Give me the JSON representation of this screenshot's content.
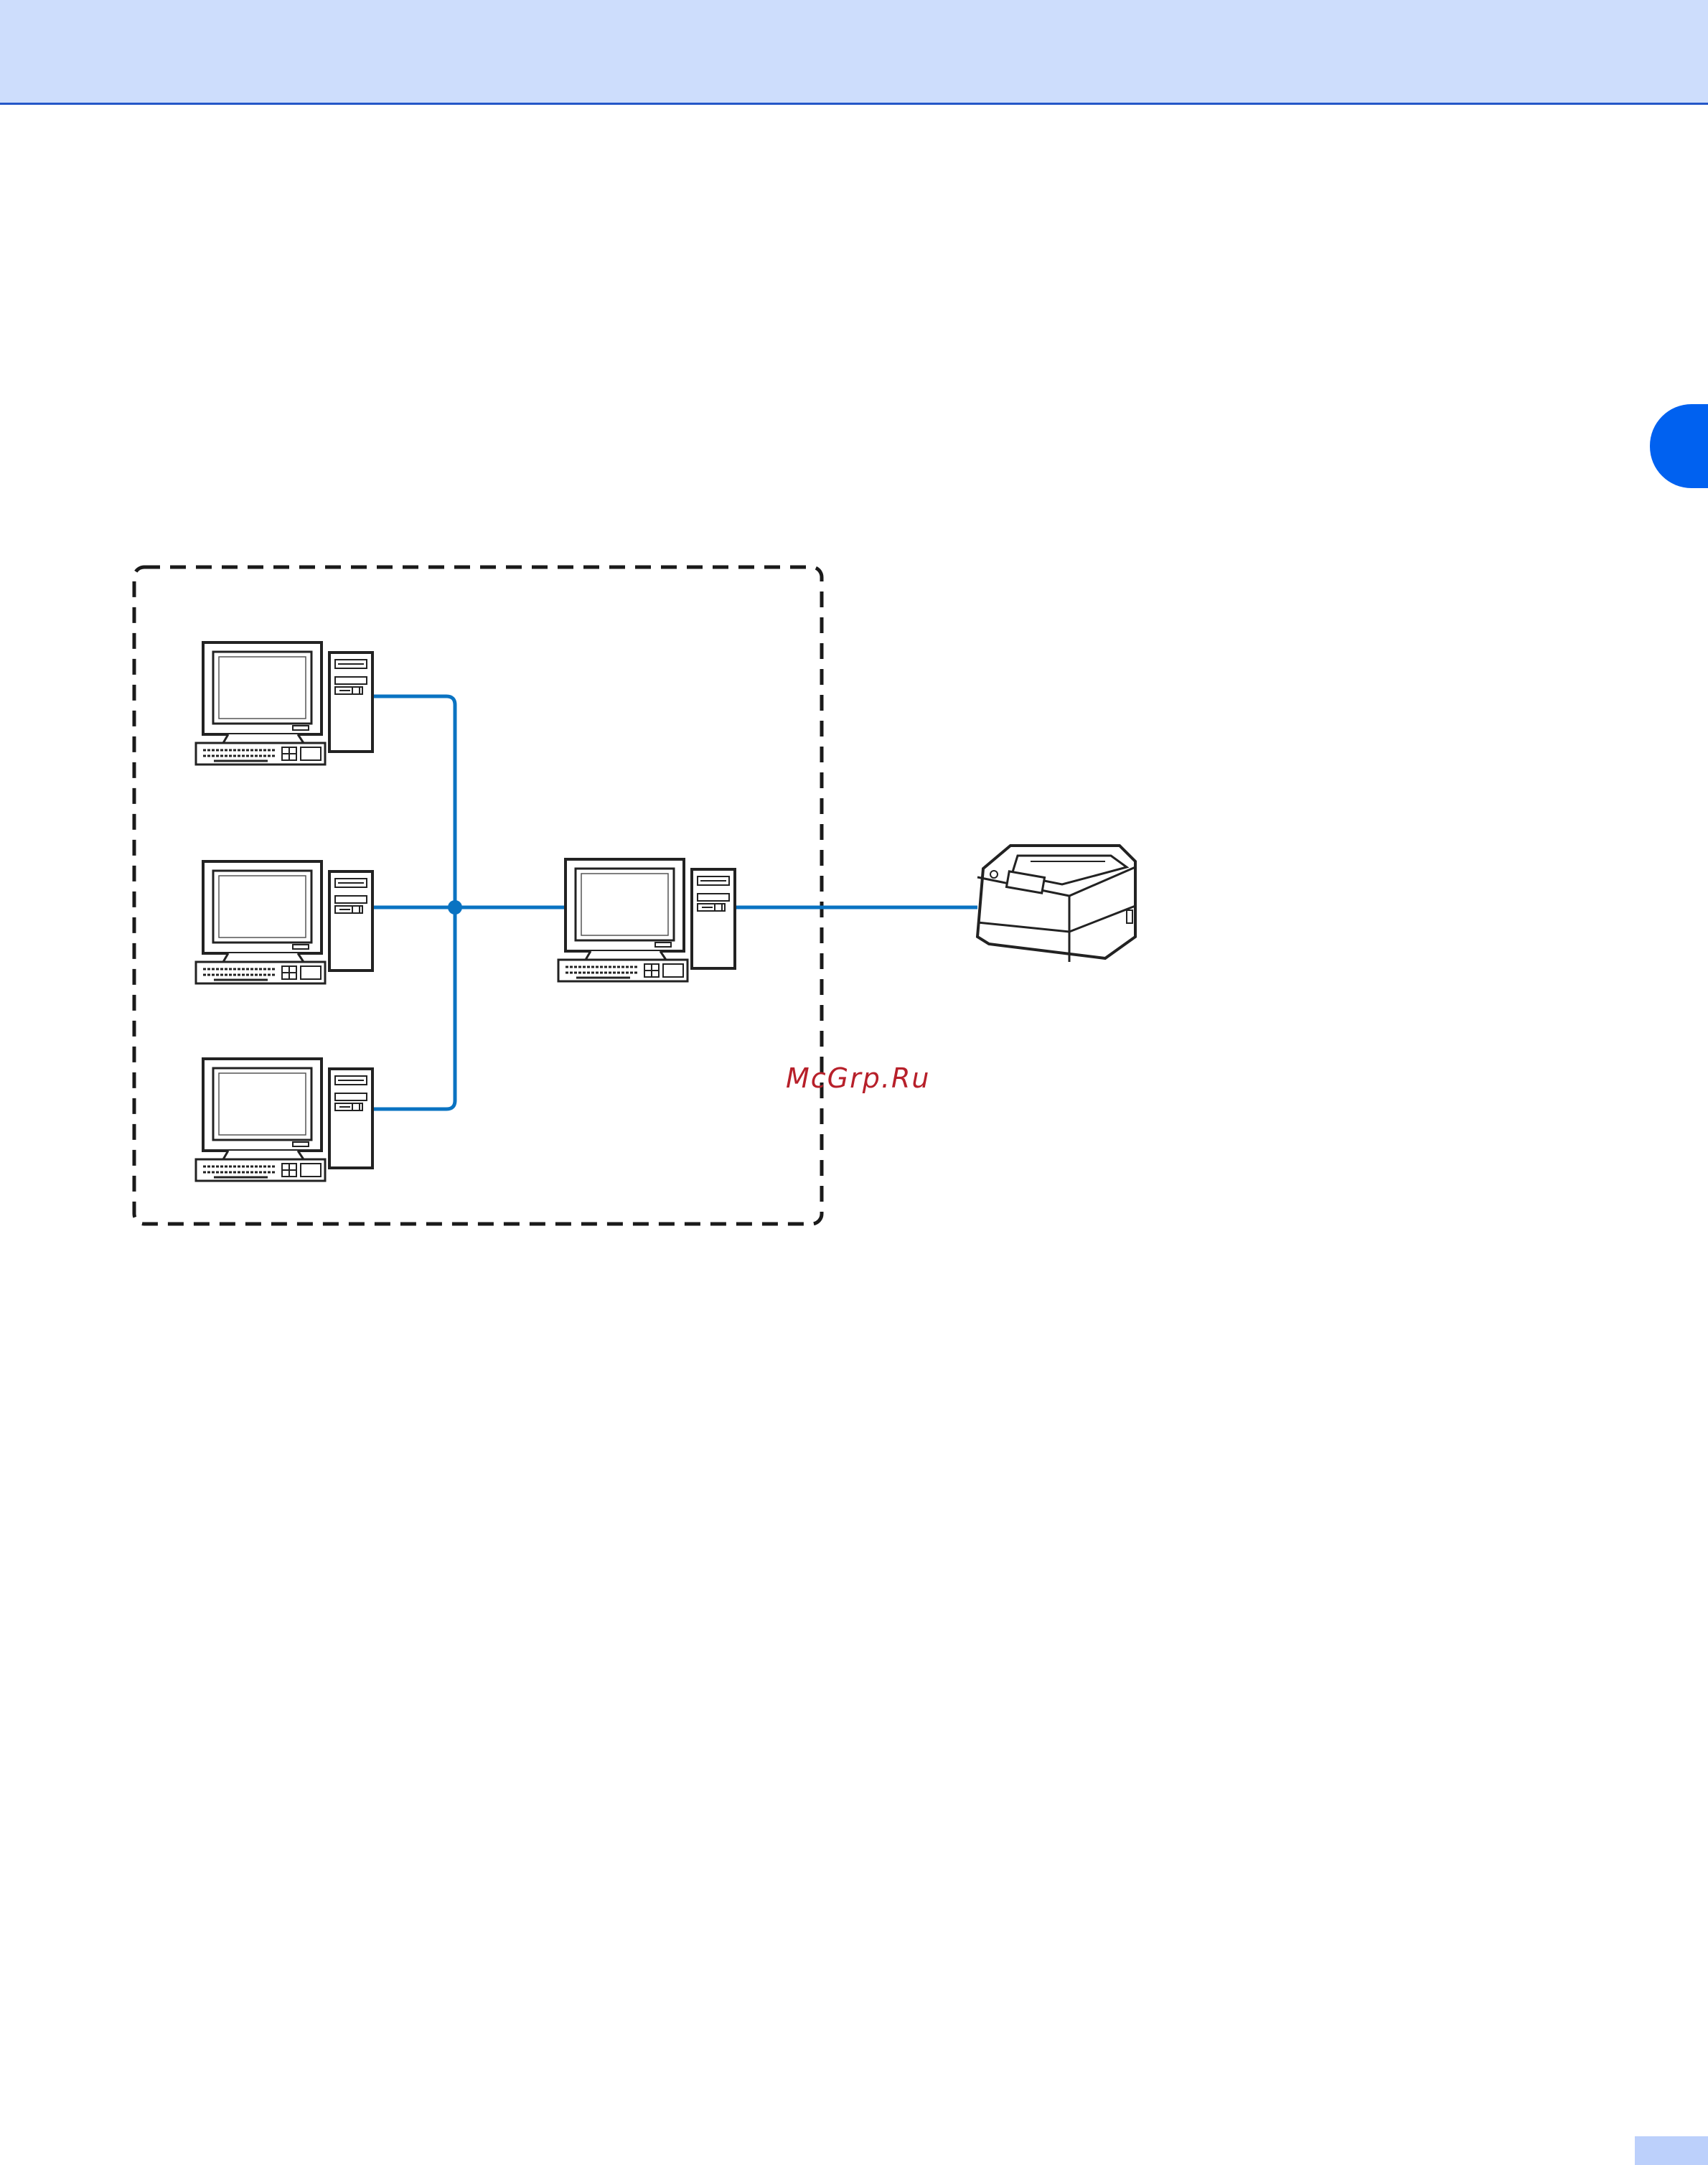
{
  "page": {
    "colors": {
      "header_band": "#cdddfc",
      "header_rule": "#2457c8",
      "chapter_tab": "#0061f0",
      "network_line": "#0a73c2",
      "footer_box": "#bcd0fb",
      "watermark": "#b7202a"
    }
  },
  "diagram": {
    "computers": [
      {
        "id": "client-pc-1",
        "icon": "desktop-computer-icon"
      },
      {
        "id": "client-pc-2",
        "icon": "desktop-computer-icon"
      },
      {
        "id": "client-pc-3",
        "icon": "desktop-computer-icon"
      },
      {
        "id": "host-pc",
        "icon": "desktop-computer-icon"
      }
    ],
    "printer": {
      "icon": "laser-printer-icon"
    },
    "network_boundary": "dashed-rounded-box"
  },
  "watermark": {
    "text": "McGrp.Ru"
  }
}
